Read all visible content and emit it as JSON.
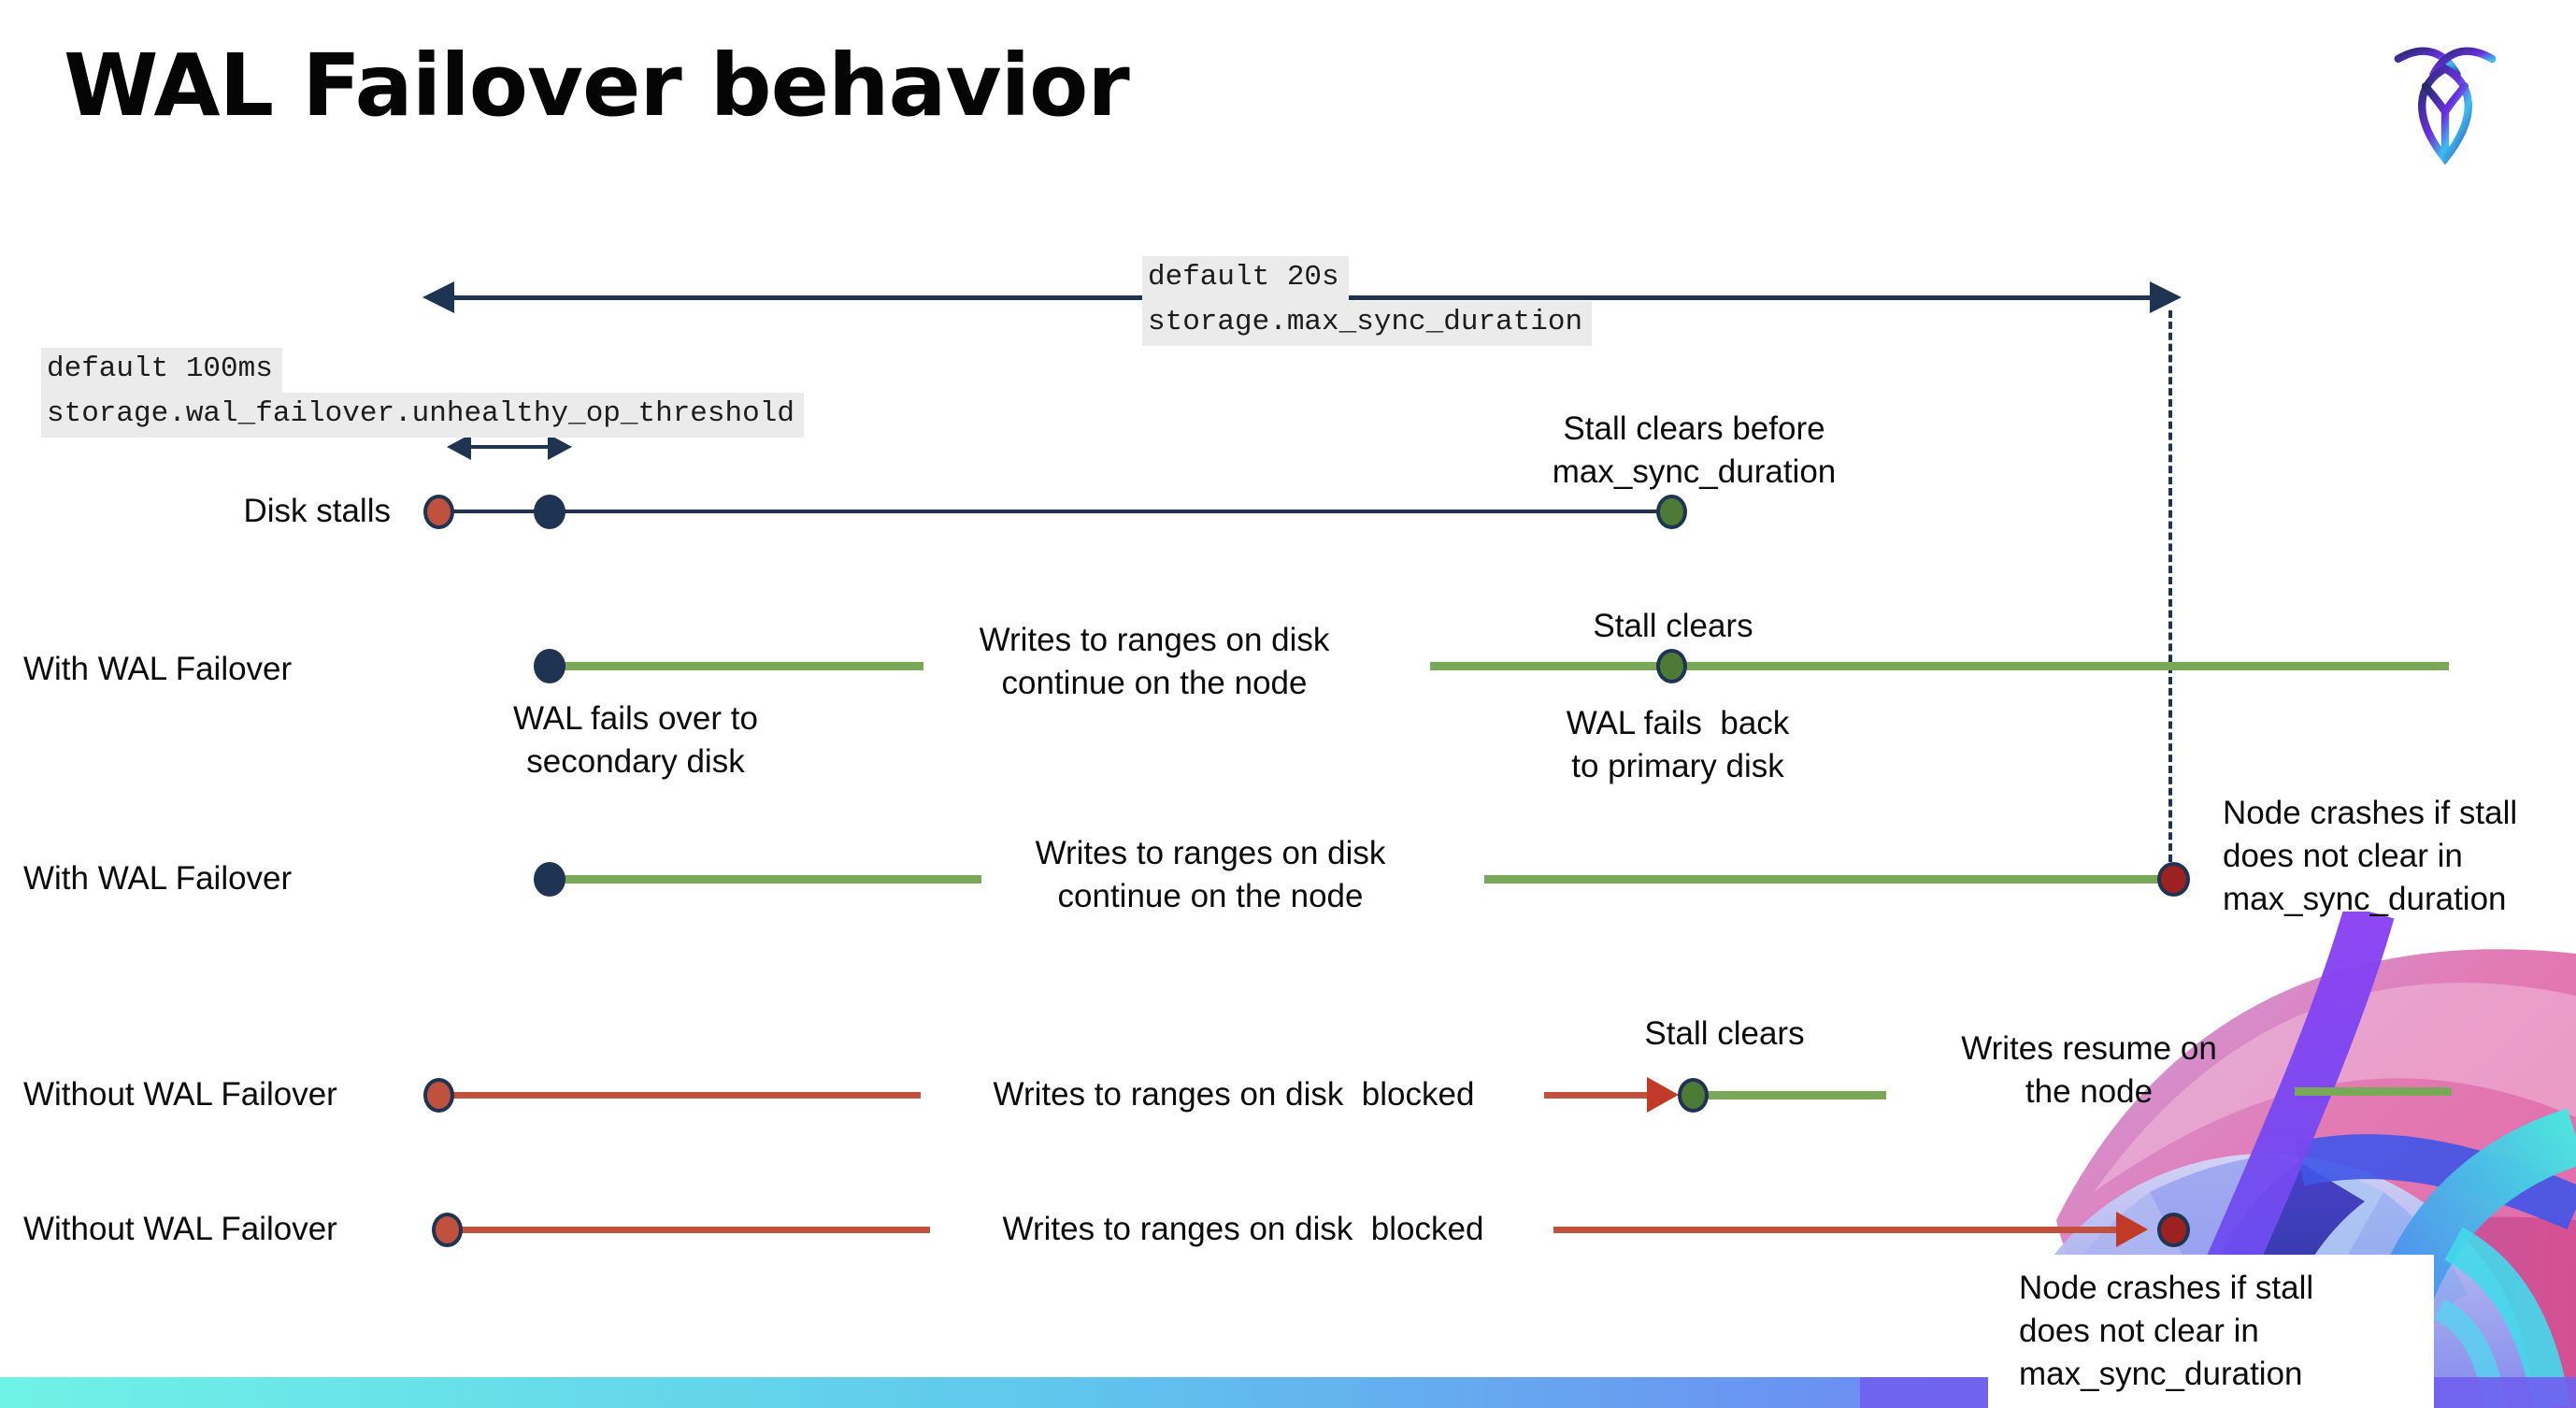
{
  "title": "WAL Failover behavior",
  "icons": {
    "logo": "cockroachdb-roach-logo"
  },
  "colors": {
    "navy": "#1f3352",
    "green-line": "#79a958",
    "green-dot": "#4d7b36",
    "red-line": "#c0513c",
    "red-arrow": "#c13a28",
    "red-dot": "#c0513e",
    "dark-red": "#9e2121",
    "code-bg": "#ebebeb",
    "bar_gradient": [
      "#6ff2e6",
      "#5fc8ec",
      "#6b8ff2",
      "#7b5bf0"
    ]
  },
  "callouts": {
    "max_sync": {
      "default": "default 20s",
      "setting": "storage.max_sync_duration"
    },
    "unhealthy_op": {
      "default": "default 100ms",
      "setting": "storage.wal_failover.unhealthy_op_threshold"
    }
  },
  "timeline": {
    "disk_stalls": {
      "label": "Disk stalls",
      "note": "Stall clears before\nmax_sync_duration"
    },
    "with_failover_clears": {
      "label": "With WAL Failover",
      "failover": "WAL fails over to\nsecondary disk",
      "writes": "Writes to ranges on disk\ncontinue on the node",
      "stall_clears": "Stall clears",
      "failback": "WAL fails  back\nto primary disk"
    },
    "with_failover_crash": {
      "label": "With WAL Failover",
      "writes": "Writes to ranges on disk\ncontinue on the node",
      "crash": "Node crashes if stall\ndoes not clear in\nmax_sync_duration"
    },
    "without_failover_clears": {
      "label": "Without WAL Failover",
      "writes": "Writes to ranges on disk  blocked",
      "stall_clears": "Stall clears",
      "resume": "Writes resume on\nthe node"
    },
    "without_failover_crash": {
      "label": "Without WAL Failover",
      "writes": "Writes to ranges on disk  blocked",
      "crash": "Node crashes if stall\ndoes not clear in\nmax_sync_duration"
    }
  }
}
